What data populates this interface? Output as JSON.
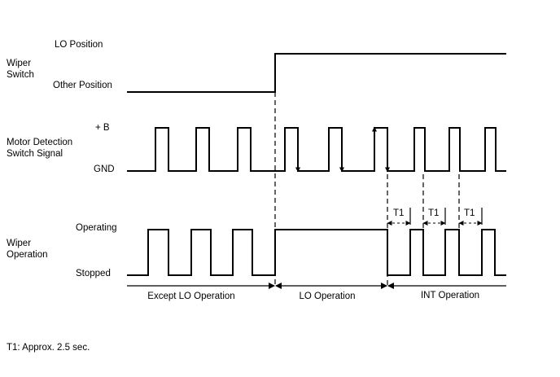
{
  "signals": {
    "wiper_switch": {
      "label_line1": "Wiper",
      "label_line2": "Switch",
      "high_label": "LO Position",
      "low_label": "Other Position"
    },
    "motor_detection": {
      "label_line1": "Motor Detection",
      "label_line2": "Switch Signal",
      "high_label": "+ B",
      "low_label": "GND"
    },
    "wiper_operation": {
      "label_line1": "Wiper",
      "label_line2": "Operation",
      "high_label": "Operating",
      "low_label": "Stopped"
    }
  },
  "intervals": {
    "t1_label": "T1"
  },
  "phases": {
    "except_lo": "Except LO Operation",
    "lo": "LO Operation",
    "int": "INT Operation"
  },
  "footnote": "T1: Approx. 2.5 sec."
}
